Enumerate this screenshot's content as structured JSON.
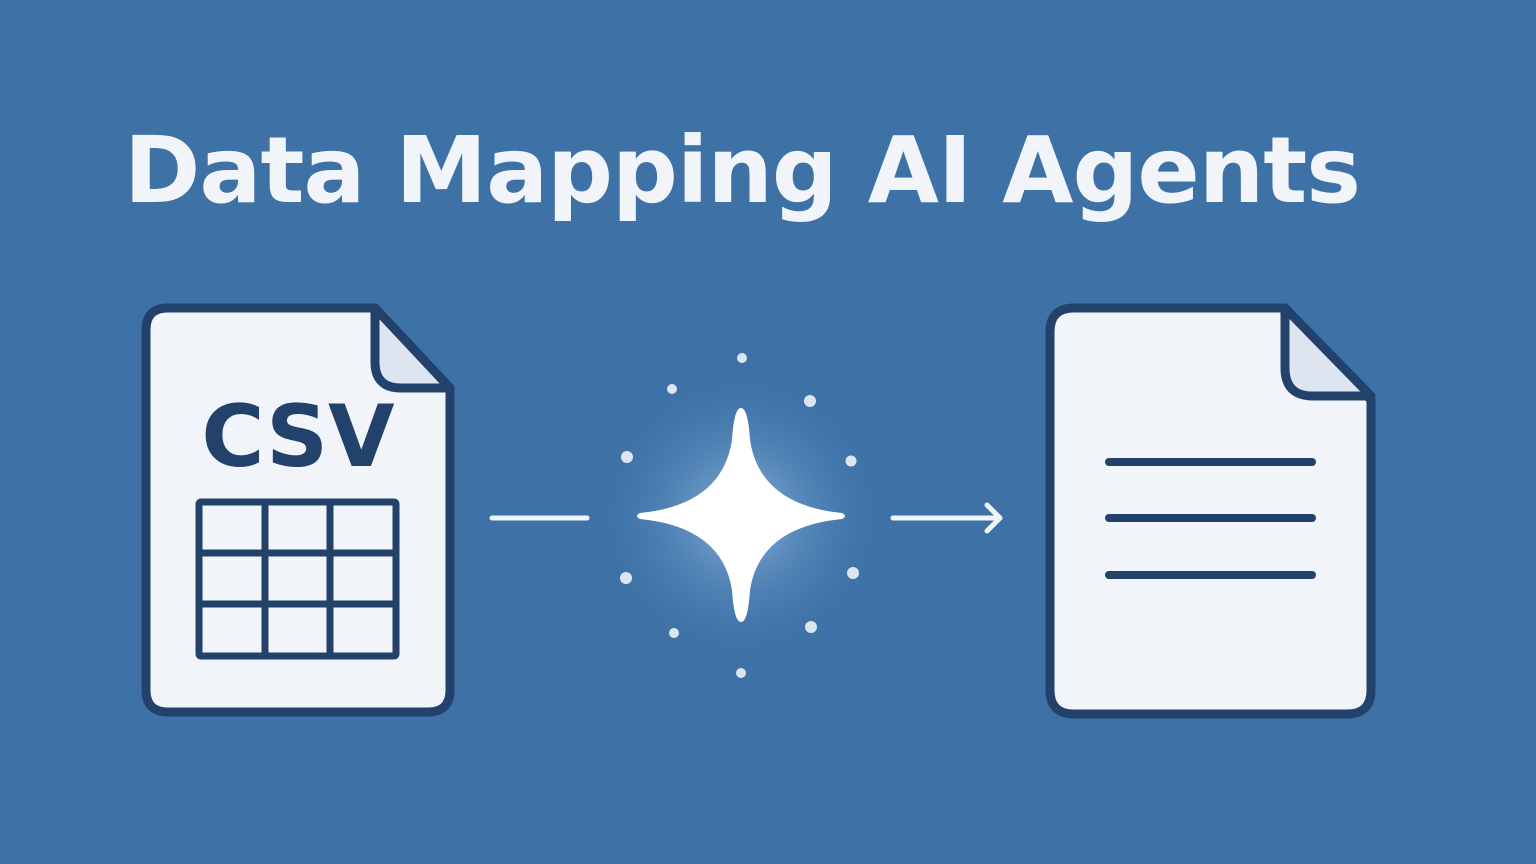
{
  "title": "Data Mapping AI Agents",
  "source_file": {
    "label": "CSV",
    "icon": "csv-file-icon",
    "grid": {
      "rows": 3,
      "cols": 3
    }
  },
  "process": {
    "icon": "sparkle-icon",
    "dots": 10
  },
  "target_file": {
    "icon": "document-icon",
    "lines": 3
  },
  "colors": {
    "background": "#3e72a7",
    "outline": "#22416b",
    "paper": "#f1f5fa",
    "fold": "#dde6f0",
    "sparkle": "#ffffff"
  }
}
